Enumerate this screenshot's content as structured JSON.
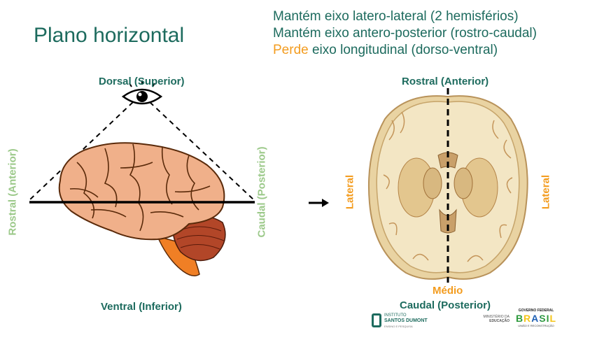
{
  "slide": {
    "title": "Plano horizontal",
    "info_lines": [
      {
        "text": "Mantém eixo latero-lateral (2 hemisférios)"
      },
      {
        "text": "Mantém eixo antero-posterior (rostro-caudal)"
      },
      {
        "highlight": "Perde",
        "text": " eixo longitudinal (dorso-ventral)"
      }
    ],
    "colors": {
      "teal": "#1d6b5e",
      "green": "#9cc98a",
      "orange": "#f39c1f"
    }
  },
  "left_diagram": {
    "top_label": "Dorsal (Superior)",
    "bottom_label": "Ventral (Inferior)",
    "left_label": "Rostral (Anterior)",
    "right_label": "Caudal (Posterior)",
    "icons": [
      "eye-icon",
      "brain-illustration"
    ]
  },
  "right_diagram": {
    "top_label": "Rostral (Anterior)",
    "bottom_label": "Caudal (Posterior)",
    "left_label": "Lateral",
    "right_label": "Lateral",
    "center_label": "Médio",
    "icons": [
      "arrow-right-icon",
      "brain-horizontal-section"
    ]
  },
  "footer": {
    "logo_left_line1": "INSTITUTO",
    "logo_left_line2": "SANTOS DUMONT",
    "logo_left_line3": "ENSINO E PESQUISA",
    "ministry_line1": "MINISTÉRIO DA",
    "ministry_line2": "EDUCAÇÃO",
    "gov_top": "GOVERNO FEDERAL",
    "gov_name": "BRASIL",
    "gov_bottom": "UNIÃO E RECONSTRUÇÃO"
  }
}
